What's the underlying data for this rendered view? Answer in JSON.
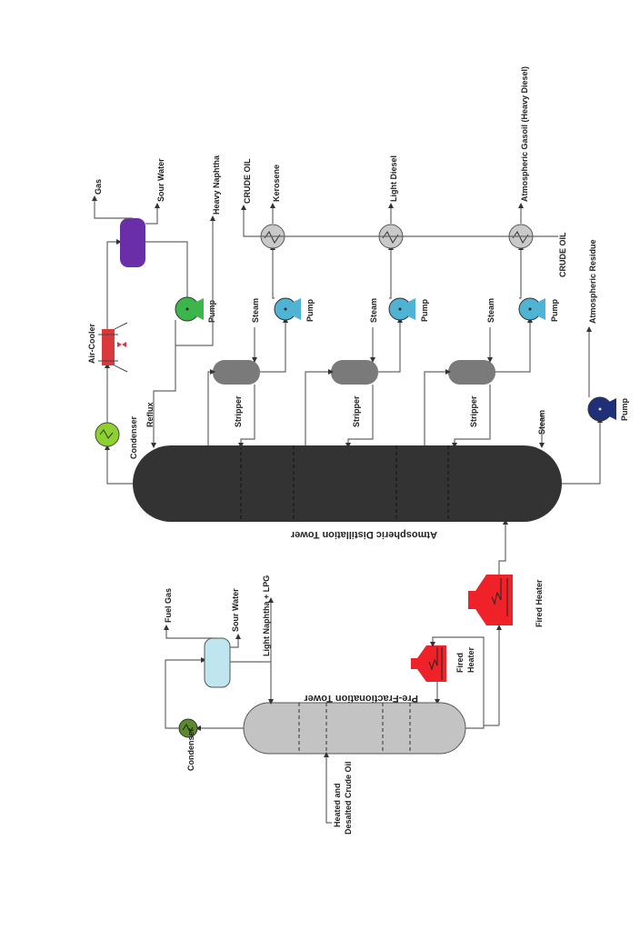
{
  "title": "Crude Oil Atmospheric Distillation Process Flow",
  "colors": {
    "atm_tower": "#333333",
    "prefrac_tower": "#c3c3c3",
    "stripper": "#7a7a7a",
    "condenser_main": "#8ed12f",
    "condenser_pre": "#5a8a2a",
    "air_cooler": "#d9393b",
    "reflux_drum": "#6a2ea8",
    "pre_drum": "#bfe6ee",
    "pump_reflux": "#3cb64a",
    "pump_side": "#4fb3d4",
    "pump_residue": "#1f2f78",
    "heat_exchanger": "#c9c9c9",
    "fired_heater": "#ee2228"
  },
  "labels": {
    "gas": "Gas",
    "sour_water_top": "Sour Water",
    "heavy_naphtha": "Heavy Naphtha",
    "crude_oil_out": "CRUDE OIL",
    "kerosene": "Kerosene",
    "light_diesel": "Light Diesel",
    "ago": "Atmospheric Gasoil (Heavy Diesel)",
    "crude_oil_in": "CRUDE OIL",
    "atm_residue": "Atmospheric Residue",
    "air_cooler": "Air-Cooler",
    "condenser_main": "Condenser",
    "reflux": "Reflux",
    "pump": "Pump",
    "steam": "Steam",
    "stripper": "Stripper",
    "atm_tower": "Atmospheric Distillation Tower",
    "fired_heater_main": "Fired Heater",
    "fired_heater_pre_1": "Fired",
    "fired_heater_pre_2": "Heater",
    "fuel_gas": "Fuel Gas",
    "sour_water_pre": "Sour Water",
    "light_naphtha": "Light Naphtha + LPG",
    "pre_tower": "Pre-Fractionation Tower",
    "condenser_pre": "Condenser",
    "feed_1": "Heated  and",
    "feed_2": "Desalted Crude Oil"
  }
}
